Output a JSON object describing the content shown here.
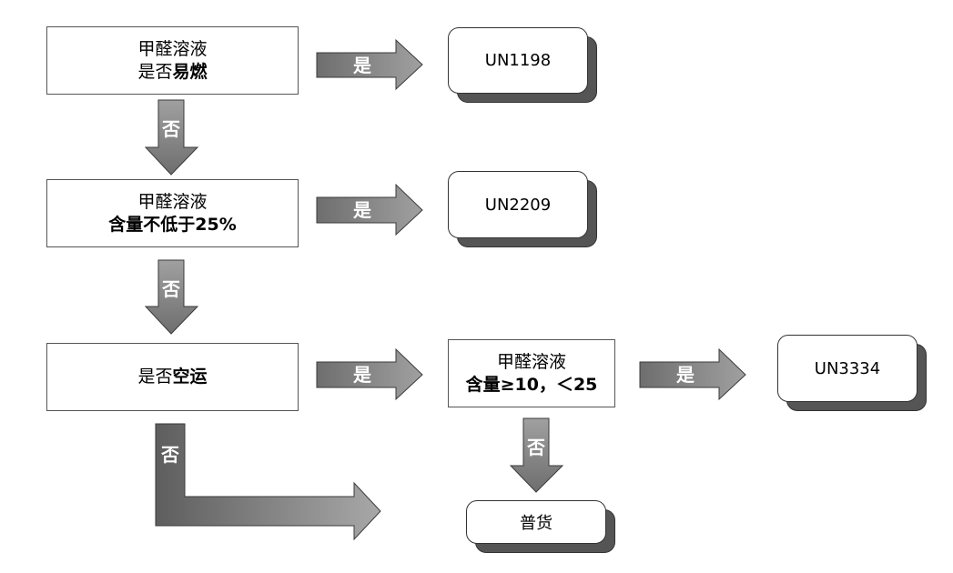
{
  "nodes": {
    "q1": {
      "line1": "甲醛溶液",
      "line2_plain": "是否",
      "line2_bold": "易燃"
    },
    "q2": {
      "line1": "甲醛溶液",
      "line2_bold": "含量不低于25%"
    },
    "q3": {
      "line_plain": "是否",
      "line_bold": "空运"
    },
    "q4": {
      "line1": "甲醛溶液",
      "line2_bold": "含量≥10，＜25"
    }
  },
  "results": {
    "r1": "UN1198",
    "r2": "UN2209",
    "r3": "UN3334",
    "r4": "普货"
  },
  "edge_labels": {
    "yes": "是",
    "no": "否"
  },
  "colors": {
    "arrow_dark": "#6e6e6e",
    "arrow_light": "#9b9b9b",
    "arrow_stroke": "#3a3a3a",
    "shadow": "#555555"
  }
}
